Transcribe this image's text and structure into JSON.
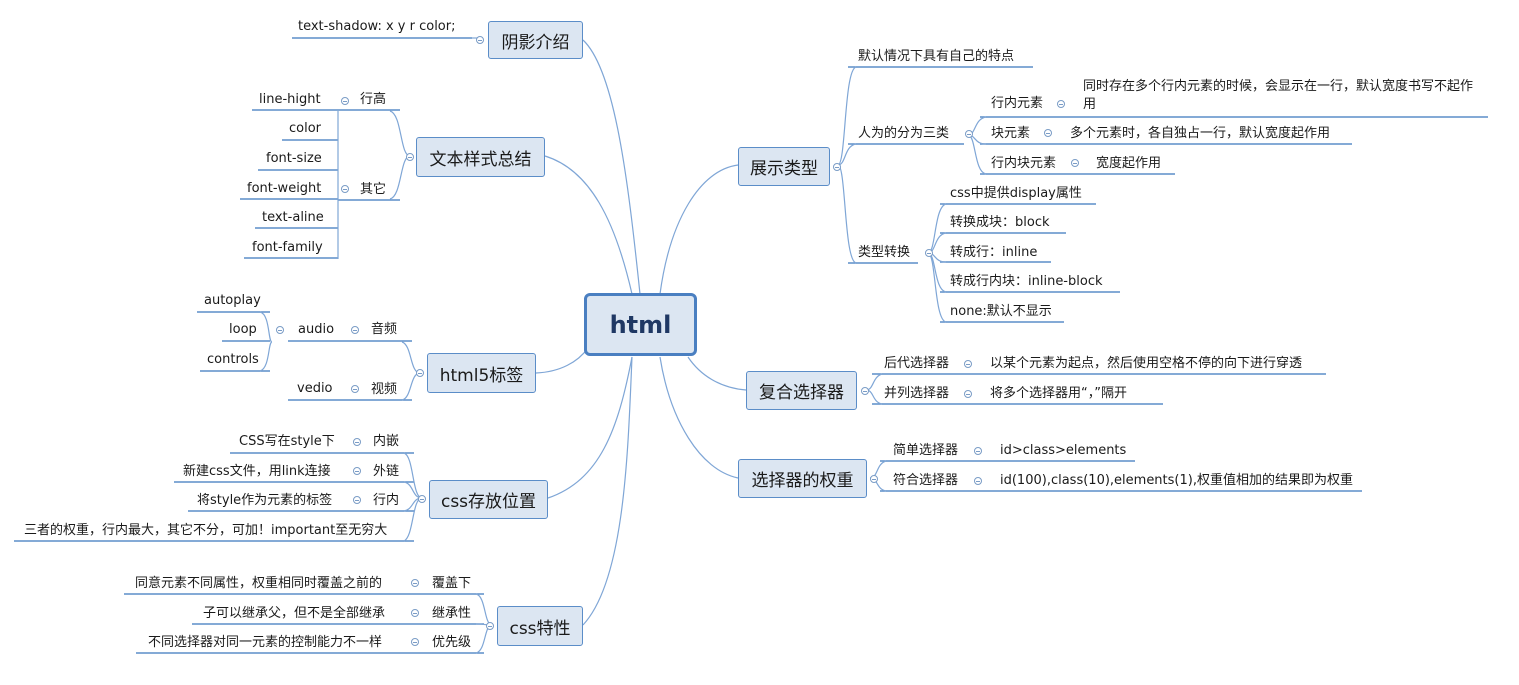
{
  "root": "html",
  "left": {
    "shadow": {
      "title": "阴影介绍",
      "items": [
        "text-shadow:  x y r color;"
      ]
    },
    "text_style": {
      "title": "文本样式总结",
      "line_height": {
        "label": "行高",
        "item": "line-hight"
      },
      "other": {
        "label": "其它",
        "items": [
          "color",
          "font-size",
          "font-weight",
          "text-aline",
          "font-family"
        ]
      }
    },
    "html5": {
      "title": "html5标签",
      "audio": {
        "label": "音频",
        "sub": "audio",
        "items": [
          "autoplay",
          "loop",
          "controls"
        ]
      },
      "video": {
        "label": "视频",
        "sub": "vedio"
      }
    },
    "css_location": {
      "title": "css存放位置",
      "items": [
        {
          "label": "内嵌",
          "detail": "CSS写在style下"
        },
        {
          "label": "外链",
          "detail": "新建css文件，用link连接"
        },
        {
          "label": "行内",
          "detail": "将style作为元素的标签"
        }
      ],
      "note": "三者的权重，行内最大，其它不分，可加！important至无穷大"
    },
    "css_features": {
      "title": "css特性",
      "items": [
        {
          "label": "覆盖下",
          "detail": "同意元素不同属性，权重相同时覆盖之前的"
        },
        {
          "label": "继承性",
          "detail": "子可以继承父，但不是全部继承"
        },
        {
          "label": "优先级",
          "detail": "不同选择器对同一元素的控制能力不一样"
        }
      ]
    }
  },
  "right": {
    "display": {
      "title": "展示类型",
      "default": "默认情况下具有自己的特点",
      "manual": {
        "label": "人为的分为三类",
        "items": [
          {
            "label": "行内元素",
            "detail": "同时存在多个行内元素的时候，会显示在一行，默认宽度书写不起作用"
          },
          {
            "label": "块元素",
            "detail": "多个元素时，各自独占一行，默认宽度起作用"
          },
          {
            "label": "行内块元素",
            "detail": "宽度起作用"
          }
        ]
      },
      "convert": {
        "label": "类型转换",
        "items": [
          "css中提供display属性",
          "转换成块：block",
          "转成行：inline",
          "转成行内块：inline-block",
          "none:默认不显示"
        ]
      }
    },
    "compound": {
      "title": "复合选择器",
      "items": [
        {
          "label": "后代选择器",
          "detail": "以某个元素为起点，然后使用空格不停的向下进行穿透"
        },
        {
          "label": "并列选择器",
          "detail": "将多个选择器用“，”隔开"
        }
      ]
    },
    "weight": {
      "title": "选择器的权重",
      "items": [
        {
          "label": "简单选择器",
          "detail": "id>class>elements"
        },
        {
          "label": "符合选择器",
          "detail": "id(100),class(10),elements(1),权重值相加的结果即为权重"
        }
      ]
    }
  }
}
